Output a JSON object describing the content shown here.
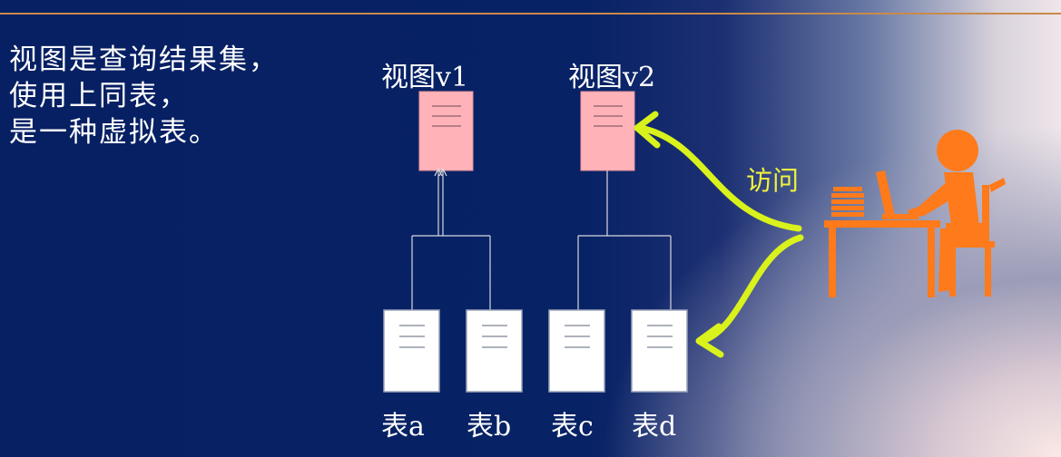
{
  "intro": {
    "line1": "视图是查询结果集，",
    "line2": "使用上同表，",
    "line3": "是一种虚拟表。"
  },
  "views": [
    "视图v1",
    "视图v2"
  ],
  "tables": [
    "表a",
    "表b",
    "表c",
    "表d"
  ],
  "access_label": "访问",
  "colors": {
    "background": "#072063",
    "view_box": "#ffb3b8",
    "arrow": "#d9f21b",
    "person": "#ff7a1a",
    "rule": "#c98a4a"
  },
  "icons": [
    "person-at-desk-icon",
    "laptop-icon",
    "book-stack-icon"
  ]
}
